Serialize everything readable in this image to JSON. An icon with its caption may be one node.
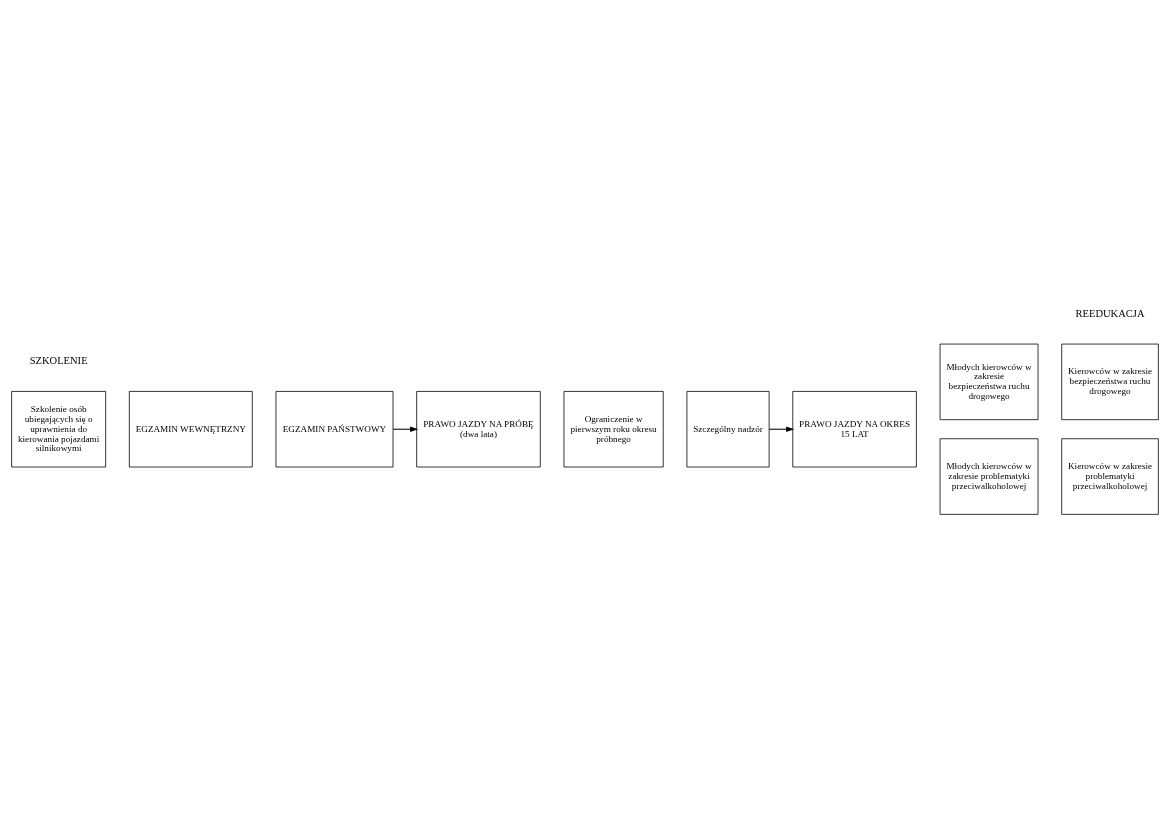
{
  "diagram": {
    "nodes": [
      {
        "text": [
          "Szkolenie osób ubiegających się o uprawnienia do kierowania pojazdami silnikowymi"
        ]
      },
      {
        "text": [
          "EGZAMIN WEWNĘTRZNY"
        ]
      },
      {
        "text": [
          "EGZAMIN PAŃSTWOWY"
        ]
      },
      {
        "text": [
          "PRAWO JAZDY NA PRÓBĘ (dwa lata)"
        ]
      },
      {
        "text": [
          "Ograniczenie w pierwszym roku okresu próbnego"
        ]
      },
      {
        "text": [
          "Szczególny nadzór"
        ]
      },
      {
        "text": [
          "PRAWO JAZDY NA OKRES 15 LAT"
        ]
      },
      {
        "text": [
          "Młodych kierowców w zakresie bezpieczeństwa ruchu drogowego"
        ]
      },
      {
        "text": [
          "Kierowców w zakresie bezpieczeństwa ruchu drogowego"
        ]
      },
      {
        "text": [
          "Młodych kierowców w zakresie problematyki przeciwalkoholowej"
        ]
      },
      {
        "text": [
          "Kierowców w zakresie problematyki przeciwalkoholowej"
        ]
      }
    ],
    "edges": [
      {
        "from": 2,
        "to": 3,
        "arrow": "to"
      },
      {
        "from": 5,
        "to": 6,
        "arrow": "to"
      }
    ],
    "labels": [
      "SZKOLENIE",
      "REEDUKACJA"
    ]
  }
}
